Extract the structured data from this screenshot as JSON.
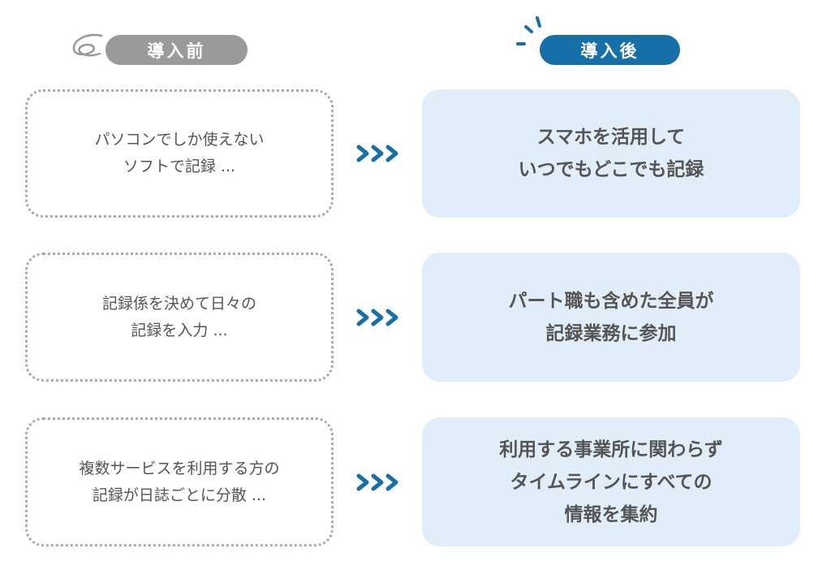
{
  "header": {
    "before_label": "導入前",
    "after_label": "導入後"
  },
  "rows": [
    {
      "before": "パソコンでしか使えない\nソフトで記録 ...",
      "after": "スマホを活用して\nいつでもどこでも記録"
    },
    {
      "before": "記録係を決めて日々の\n記録を入力 ...",
      "after": "パート職も含めた全員が\n記録業務に参加"
    },
    {
      "before": "複数サービスを利用する方の\n記録が日誌ごとに分散 ...",
      "after": "利用する事業所に関わらず\nタイムラインにすべての\n情報を集約"
    }
  ],
  "colors": {
    "accent": "#176fa8",
    "gray": "#9a9a9a",
    "panel": "#e1eef9"
  }
}
